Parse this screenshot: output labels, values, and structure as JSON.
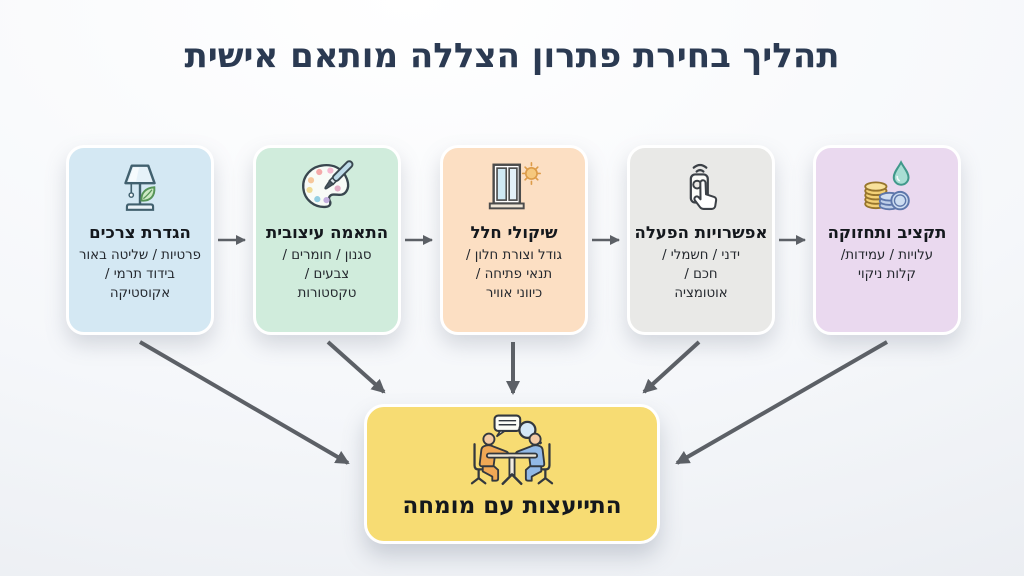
{
  "title": "תהליך בחירת פתרון הצללה מותאם אישית",
  "steps": [
    {
      "icon": "lamp-leaf-icon",
      "title": "הגדרת צרכים",
      "desc_lines": [
        "פרטיות / שליטה באור",
        "בידוד תרמי /",
        "אקוסטיקה"
      ],
      "color": "#d4e8f3"
    },
    {
      "icon": "palette-icon",
      "title": "התאמה עיצובית",
      "desc_lines": [
        "סגנון / חומרים /",
        "צבעים /",
        "טקסטורות"
      ],
      "color": "#d0ecdc"
    },
    {
      "icon": "window-sun-icon",
      "title": "שיקולי חלל",
      "desc_lines": [
        "גודל וצורת חלון /",
        "תנאי פתיחה /",
        "כיווני אוויר"
      ],
      "color": "#fcdfc3"
    },
    {
      "icon": "remote-hand-icon",
      "title": "אפשרויות הפעלה",
      "desc_lines": [
        "ידני / חשמלי /",
        "חכם /",
        "אוטומציה"
      ],
      "color": "#e9e9e7"
    },
    {
      "icon": "coins-drop-icon",
      "title": "תקציב ותחזוקה",
      "desc_lines": [
        "עלויות / עמידות/",
        "קלות ניקוי"
      ],
      "color": "#ead9ef"
    }
  ],
  "final_step": {
    "icon": "consultation-icon",
    "title": "התייעצות עם מומחה",
    "color": "#f7dc73"
  },
  "colors": {
    "background_top": "#ffffff",
    "background_bottom": "#e8ebf0",
    "title_text": "#2b3a52",
    "arrow": "#5c6066",
    "card_border": "#ffffff",
    "heading_text": "#14181d",
    "body_text": "#24282e"
  }
}
